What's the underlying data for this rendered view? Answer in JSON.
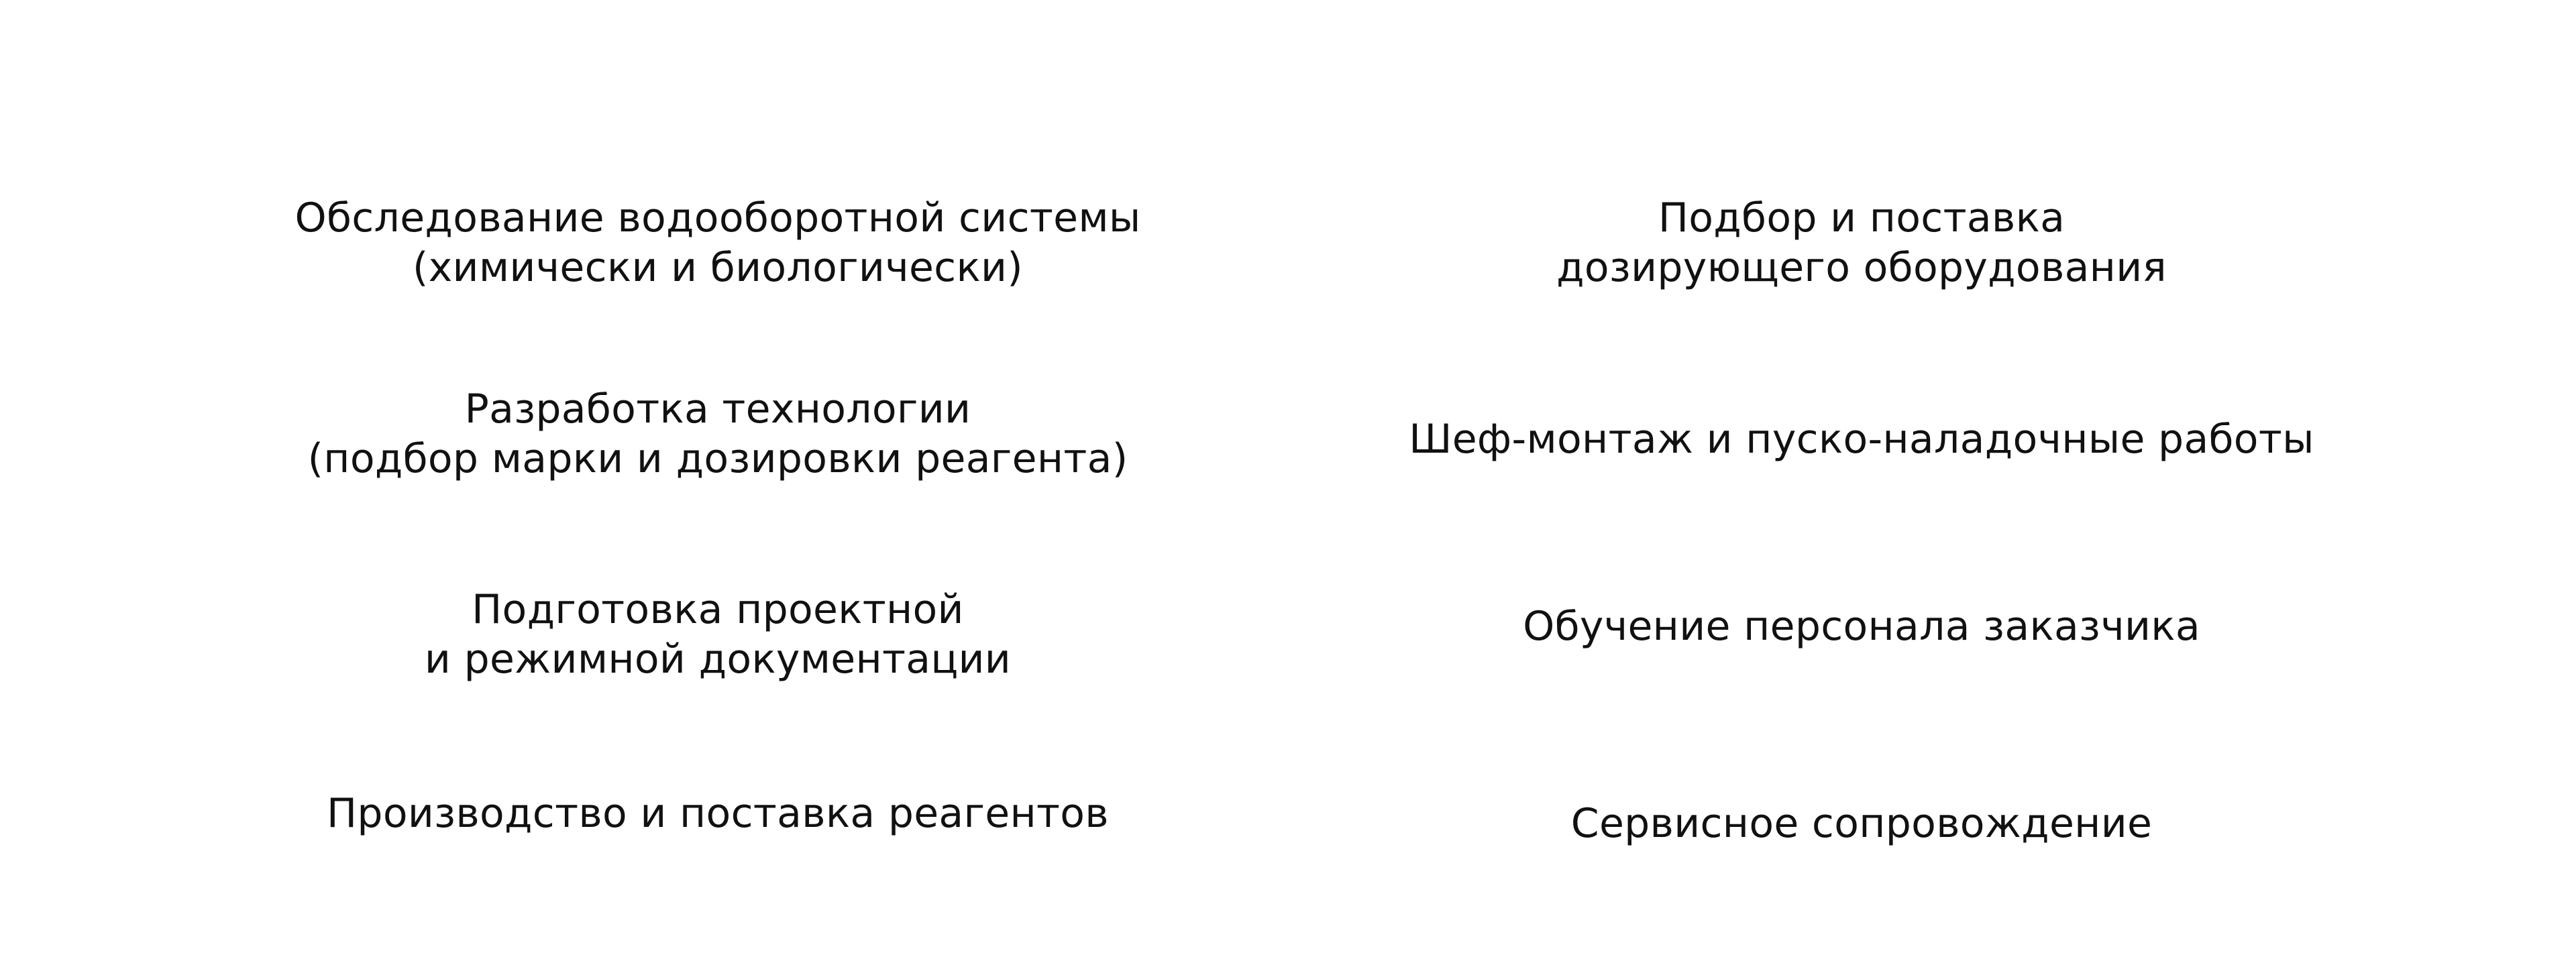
{
  "services": {
    "left": [
      {
        "lines": [
          "Обследование водооборотной системы",
          "(химически и биологически)"
        ]
      },
      {
        "lines": [
          "Разработка технологии",
          "(подбор марки и дозировки реагента)"
        ]
      },
      {
        "lines": [
          "Подготовка проектной",
          "и режимной документации"
        ]
      },
      {
        "lines": [
          "Производство и поставка реагентов"
        ]
      }
    ],
    "right": [
      {
        "lines": [
          "Подбор и поставка",
          "дозирующего оборудования"
        ]
      },
      {
        "lines": [
          "Шеф-монтаж и пуско-наладочные работы"
        ]
      },
      {
        "lines": [
          "Обучение персонала заказчика"
        ]
      },
      {
        "lines": [
          "Сервисное сопровождение"
        ]
      }
    ]
  }
}
